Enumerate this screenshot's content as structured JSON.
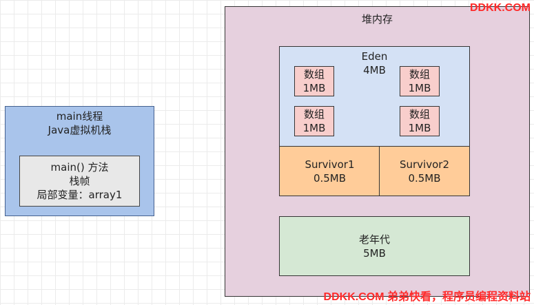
{
  "watermark": {
    "top": "DDKK.COM",
    "bottom": "DDKK.COM 弟弟快看，程序员编程资料站"
  },
  "thread": {
    "title_line1": "main线程",
    "title_line2": "Java虚拟机栈",
    "frame": {
      "line1": "main() 方法",
      "line2": "栈帧",
      "line3": "局部变量：array1"
    }
  },
  "heap": {
    "title": "堆内存",
    "eden": {
      "name": "Eden",
      "size": "4MB",
      "arrays": [
        {
          "label": "数组",
          "size": "1MB"
        },
        {
          "label": "数组",
          "size": "1MB"
        },
        {
          "label": "数组",
          "size": "1MB"
        },
        {
          "label": "数组",
          "size": "1MB"
        }
      ]
    },
    "survivors": [
      {
        "name": "Survivor1",
        "size": "0.5MB"
      },
      {
        "name": "Survivor2",
        "size": "0.5MB"
      }
    ],
    "old": {
      "name": "老年代",
      "size": "5MB"
    }
  },
  "colors": {
    "thread_fill": "#a9c4eb",
    "frame_fill": "#e8e8e8",
    "heap_fill": "#e6d0de",
    "eden_fill": "#d4e1f5",
    "array_fill": "#f8cecc",
    "survivor_fill": "#ffcc99",
    "old_fill": "#d5e8d4",
    "watermark": "#ff2a2a"
  }
}
